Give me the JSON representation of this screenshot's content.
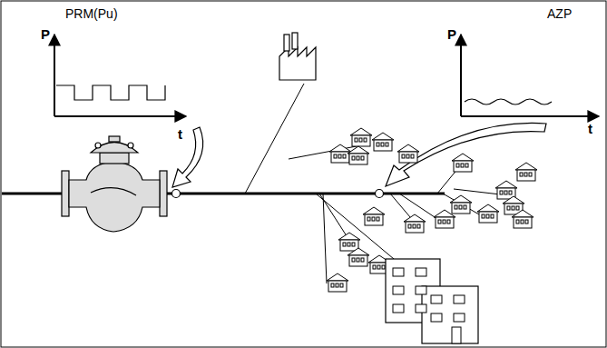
{
  "diagram": {
    "labels": [
      "PRM(Pu)",
      "P",
      "t",
      "AZP",
      "P",
      "t"
    ]
  }
}
